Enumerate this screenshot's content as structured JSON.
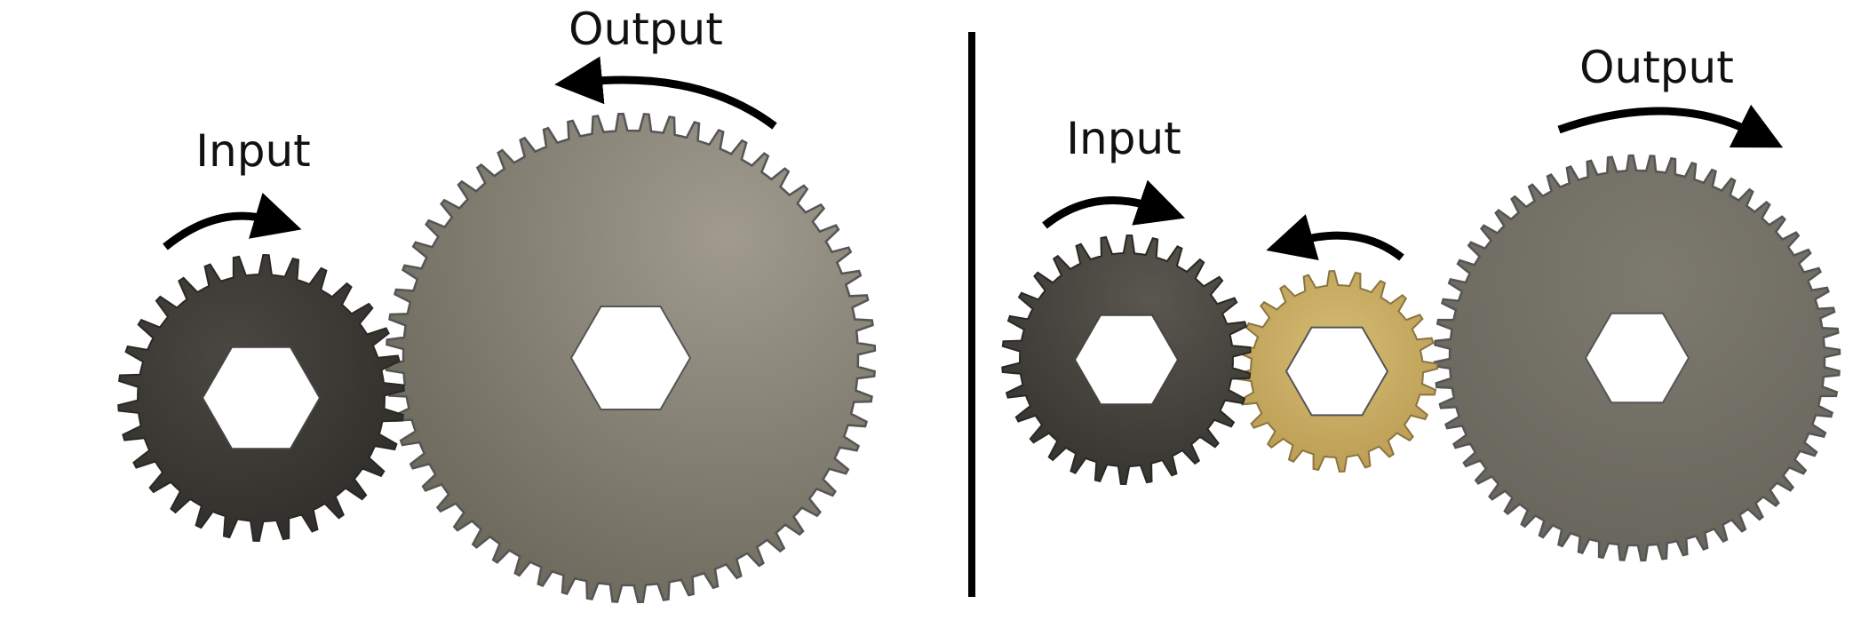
{
  "left_panel": {
    "input_label": "Input",
    "output_label": "Output",
    "input_gear": {
      "teeth": 30,
      "color": "#3b3934"
    },
    "output_gear": {
      "teeth": 60,
      "color": "#7f7b6e"
    }
  },
  "right_panel": {
    "input_label": "Input",
    "output_label": "Output",
    "input_gear": {
      "teeth": 30,
      "color": "#45433d"
    },
    "idler_gear": {
      "teeth": 24,
      "color": "#c9ad62"
    },
    "output_gear": {
      "teeth": 60,
      "color": "#77746a"
    }
  },
  "colors": {
    "arrow": "#000000",
    "divider": "#000000",
    "gear_outline": "#555555"
  }
}
